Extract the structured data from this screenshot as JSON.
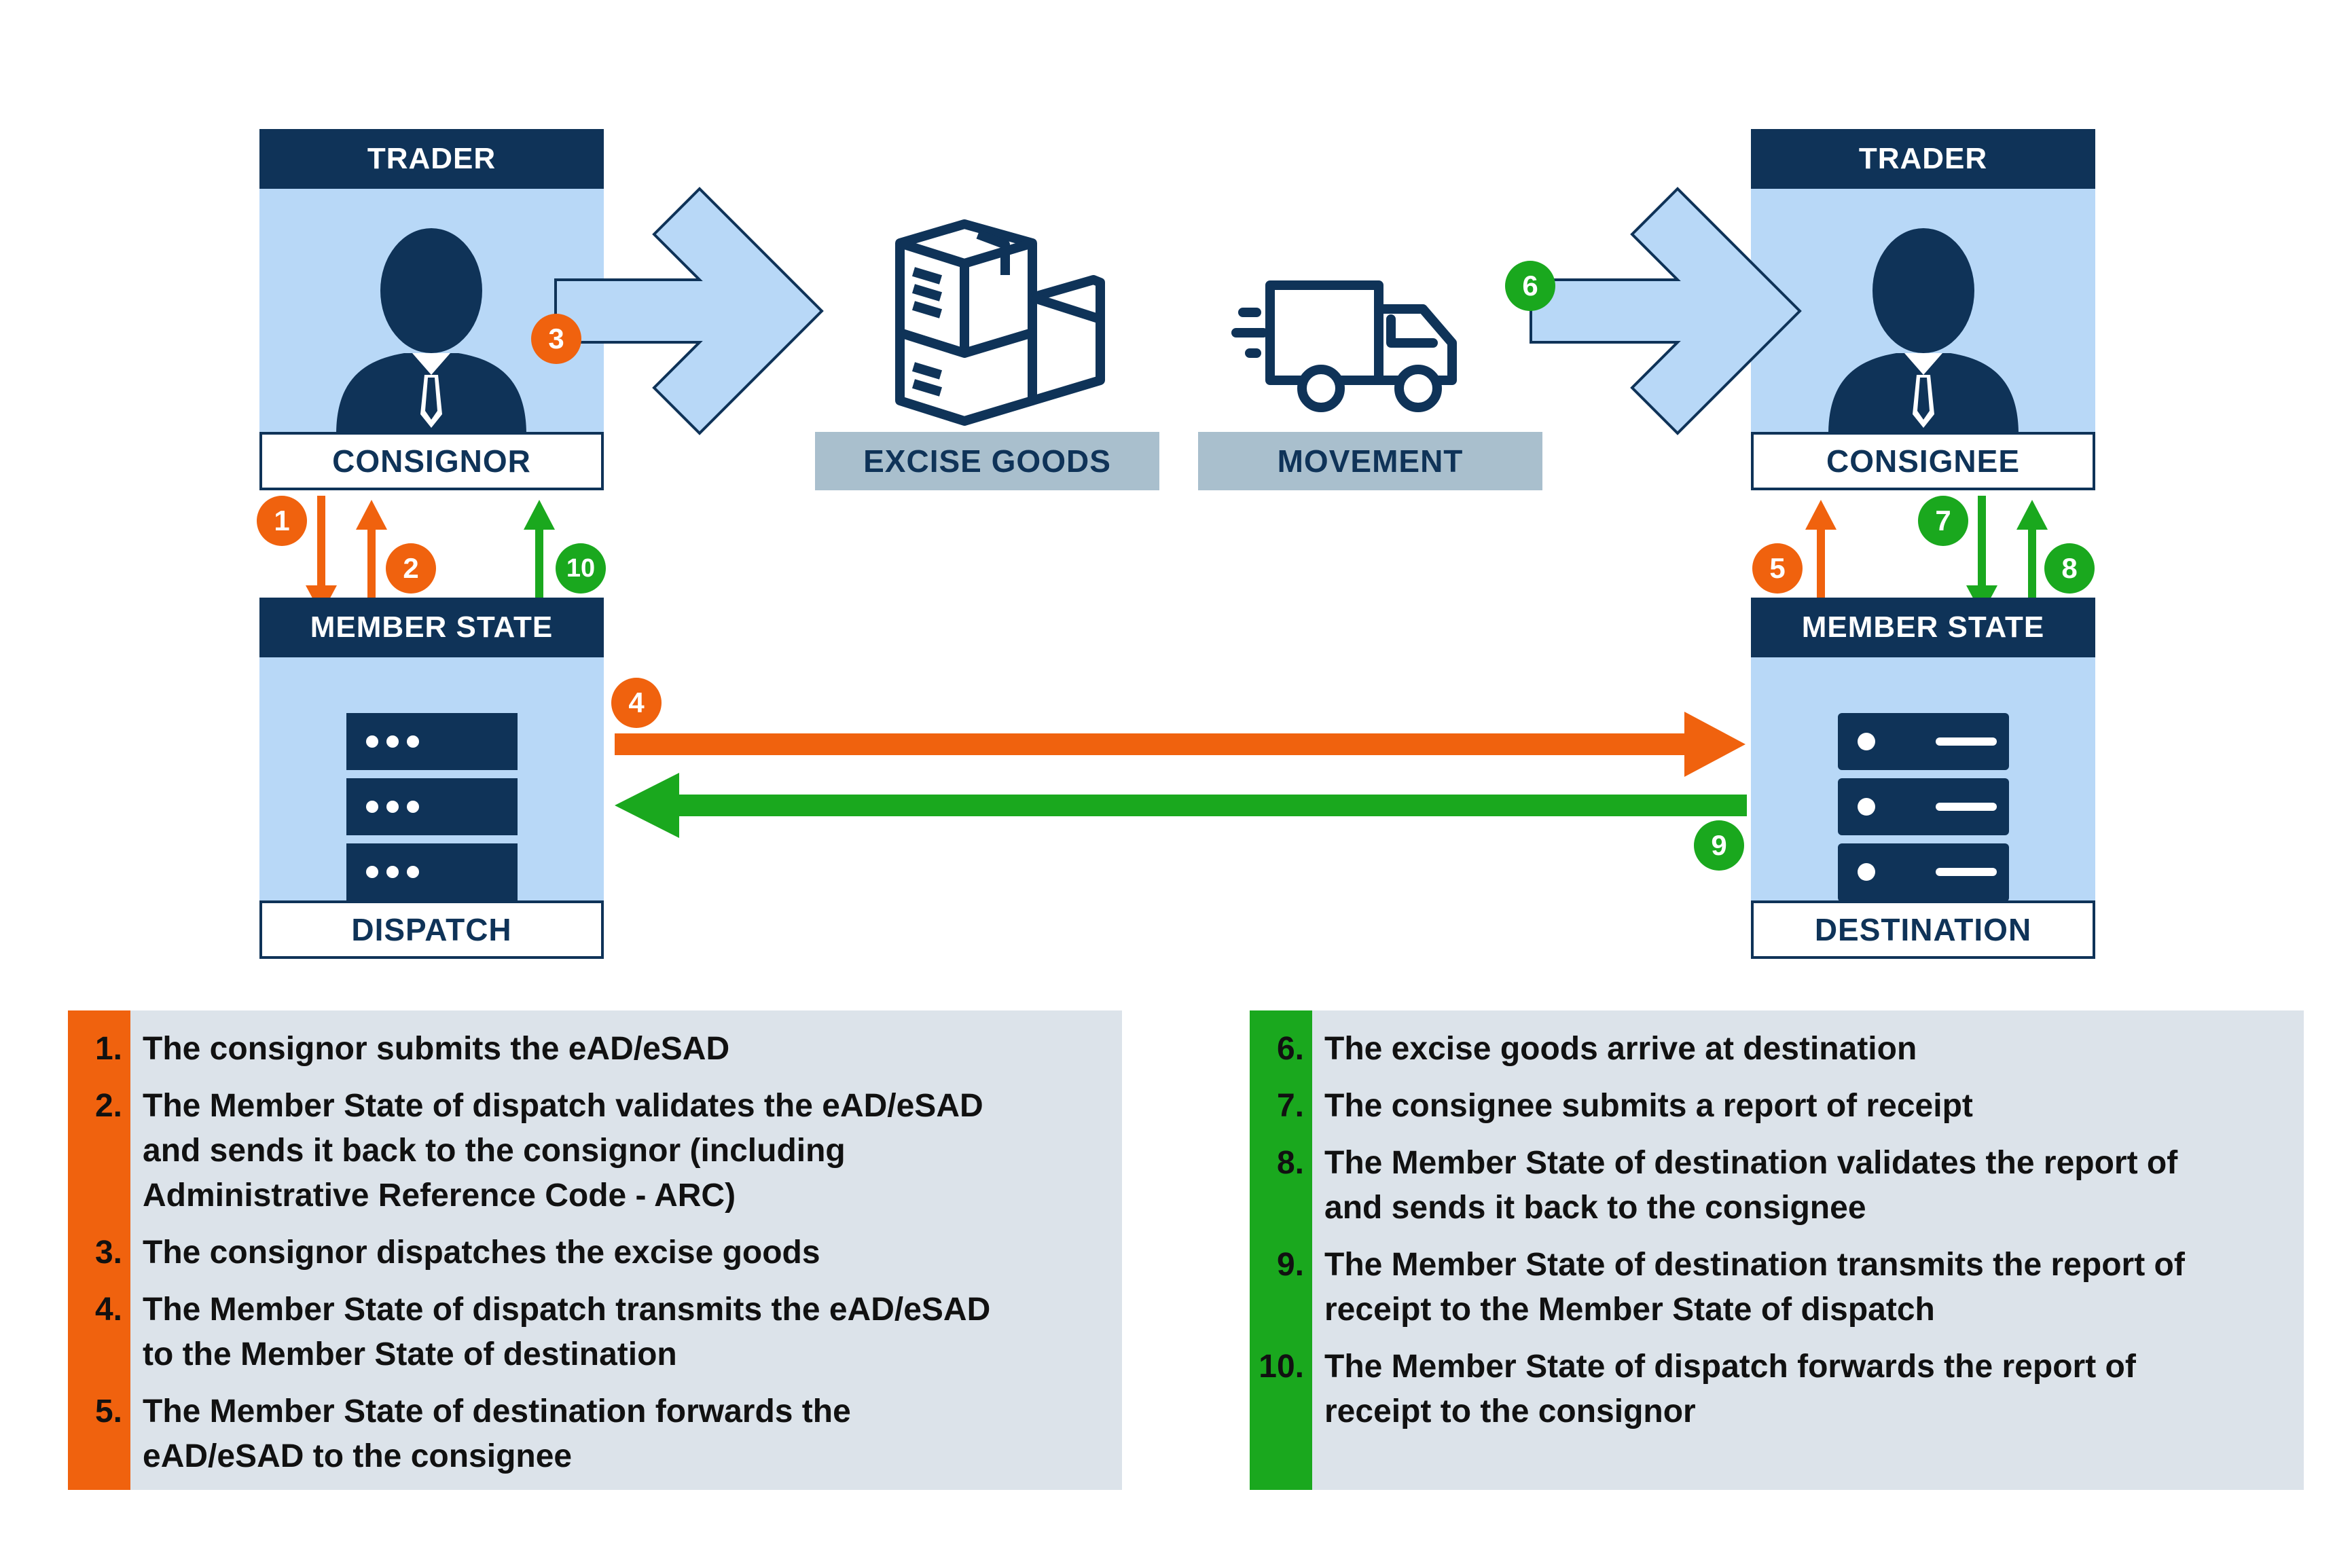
{
  "colors": {
    "navy": "#0f3358",
    "light_blue": "#b8d8f7",
    "orange": "#f0620e",
    "green": "#1aa81e",
    "grey_label": "#a9bfcd",
    "panel_bg": "#dce3ea"
  },
  "left": {
    "trader_header": "TRADER",
    "trader_label": "CONSIGNOR",
    "member_state_header": "MEMBER STATE",
    "member_state_label": "DISPATCH"
  },
  "right": {
    "trader_header": "TRADER",
    "trader_label": "CONSIGNEE",
    "member_state_header": "MEMBER STATE",
    "member_state_label": "DESTINATION"
  },
  "center": {
    "goods_label": "EXCISE GOODS",
    "movement_label": "MOVEMENT"
  },
  "badges": {
    "b1": "1",
    "b2": "2",
    "b3": "3",
    "b4": "4",
    "b5": "5",
    "b6": "6",
    "b7": "7",
    "b8": "8",
    "b9": "9",
    "b10": "10"
  },
  "icons": {
    "person": "person-icon",
    "boxes": "boxes-icon",
    "truck": "truck-icon",
    "server": "server-icon"
  },
  "steps_left": [
    {
      "num": "1.",
      "text": [
        "The consignor submits the eAD/eSAD"
      ]
    },
    {
      "num": "2.",
      "text": [
        "The Member State of dispatch validates the eAD/eSAD",
        "and sends it back to the consignor (including",
        "Administrative Reference Code - ARC)"
      ]
    },
    {
      "num": "3.",
      "text": [
        "The consignor dispatches the excise goods"
      ]
    },
    {
      "num": "4.",
      "text": [
        "The Member State of dispatch transmits the eAD/eSAD",
        "to the Member State of destination"
      ]
    },
    {
      "num": "5.",
      "text": [
        "The Member State of destination forwards the",
        "eAD/eSAD to the consignee"
      ]
    }
  ],
  "steps_right": [
    {
      "num": "6.",
      "text": [
        "The excise goods arrive at destination"
      ]
    },
    {
      "num": "7.",
      "text": [
        "The consignee submits a report of receipt"
      ]
    },
    {
      "num": "8.",
      "text": [
        "The Member State of destination validates the report of",
        "and sends it back to the consignee"
      ]
    },
    {
      "num": "9.",
      "text": [
        "The Member State of destination transmits the report of",
        "receipt to the Member State of dispatch"
      ]
    },
    {
      "num": "10.",
      "text": [
        "The Member State of dispatch forwards the report of",
        "receipt to the consignor"
      ]
    }
  ]
}
